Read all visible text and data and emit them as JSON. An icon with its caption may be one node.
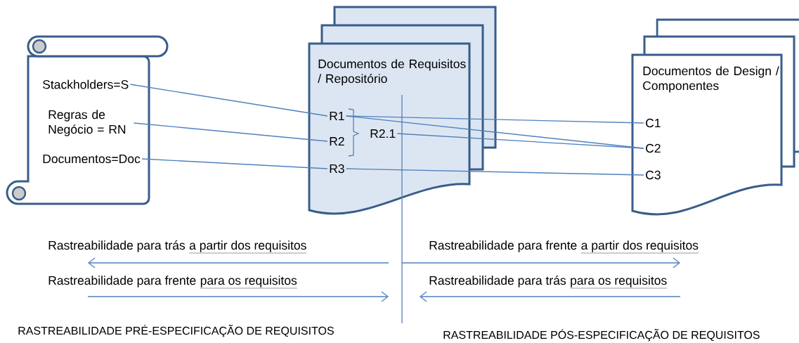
{
  "diagram": {
    "nodes": [
      {
        "text": [],
        "shape": "scroll"
      },
      {
        "text": [
          "Stackholders=S"
        ],
        "in": 0
      },
      {
        "text": [
          "Regras de Negócio = RN"
        ],
        "in": 0
      },
      {
        "text": [
          "Documentos=Doc"
        ],
        "in": 0
      },
      {
        "text": [
          "Documentos de Requisitos / Repositório"
        ]
      },
      {
        "text": [
          "R1"
        ],
        "in": 4
      },
      {
        "text": [
          "R2"
        ],
        "in": 4
      },
      {
        "text": [
          "R2.1"
        ],
        "in": 4
      },
      {
        "text": [
          "R3"
        ],
        "in": 4
      },
      {
        "text": [
          "Documentos de Design / Componentes"
        ]
      },
      {
        "text": [
          "C1"
        ],
        "in": 9
      },
      {
        "text": [
          "C2"
        ],
        "in": 9
      },
      {
        "text": [
          "C3"
        ],
        "in": 9
      }
    ],
    "edges": [
      {
        "from": 1,
        "to": 5,
        "arrow": "none"
      },
      {
        "from": 2,
        "to": 6,
        "arrow": "none"
      },
      {
        "from": 3,
        "to": 8,
        "arrow": "none"
      },
      {
        "from": 5,
        "to": 10,
        "arrow": "none"
      },
      {
        "from": 5,
        "to": 11,
        "arrow": "none"
      },
      {
        "from": 7,
        "to": 11,
        "arrow": "none"
      },
      {
        "from": 8,
        "to": 12,
        "arrow": "none"
      }
    ],
    "labels": [
      "Rastreabilidade para trás",
      "a partir dos requisitos",
      "Rastreabilidade para frente",
      "a partir dos requisitos",
      "Rastreabilidade para frente",
      "para os requisitos",
      "Rastreabilidade para trás",
      "para os requisitos",
      "RASTREABILIDADE PRÉ-ESPECIFICAÇÃO DE REQUISITOS",
      "RASTREABILIDADE PÓS-ESPECIFICAÇÃO DE REQUISITOS"
    ]
  }
}
